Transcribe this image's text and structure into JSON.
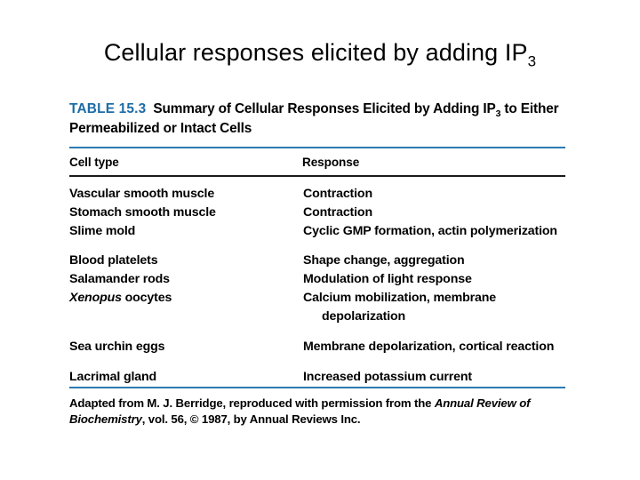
{
  "slide": {
    "title_main": "Cellular responses elicited by adding IP",
    "title_subscript": "3"
  },
  "table": {
    "label": "TABLE 15.3",
    "caption_part1": "Summary of Cellular Responses Elicited by Adding IP",
    "caption_subscript": "3",
    "caption_part2": " to Either Permeabilized or Intact Cells",
    "columns": [
      "Cell type",
      "Response"
    ],
    "accent_color": "#2d7ab0",
    "label_color": "#1d6ca5",
    "rule_color": "#1a1a1a",
    "groups": [
      {
        "rows": [
          {
            "cell_type": "Vascular smooth muscle",
            "response": "Contraction"
          },
          {
            "cell_type": "Stomach smooth muscle",
            "response": "Contraction"
          },
          {
            "cell_type": "Slime mold",
            "response": "Cyclic GMP formation, actin polymerization"
          }
        ]
      },
      {
        "rows": [
          {
            "cell_type": "Blood platelets",
            "response": "Shape change, aggregation"
          },
          {
            "cell_type": "Salamander rods",
            "response": "Modulation of light response"
          },
          {
            "cell_type_genus": "Xenopus",
            "cell_type_rest": " oocytes",
            "response": "Calcium mobilization, membrane depolarization"
          }
        ]
      },
      {
        "rows": [
          {
            "cell_type": "Sea urchin eggs",
            "response": "Membrane depolarization, cortical reaction"
          }
        ]
      },
      {
        "rows": [
          {
            "cell_type": "Lacrimal gland",
            "response": "Increased potassium current"
          }
        ]
      }
    ],
    "note_part1": "Adapted from M. J. Berridge, reproduced with permission from the ",
    "note_journal": "Annual Review of Biochemistry",
    "note_part2": ", vol. 56, © 1987, by Annual Reviews Inc."
  }
}
